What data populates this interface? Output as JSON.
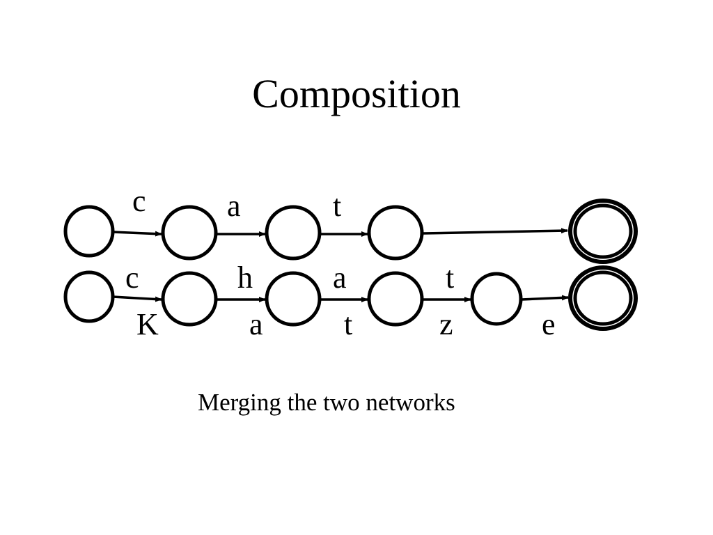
{
  "title": "Composition",
  "caption": "Merging the two networks",
  "top_network": {
    "labels": [
      "c",
      "a",
      "t"
    ]
  },
  "bottom_network": {
    "upper_labels": [
      "c",
      "h",
      "a",
      "t"
    ],
    "lower_labels": [
      "K",
      "a",
      "t",
      "z",
      "e"
    ]
  },
  "colors": {
    "ink": "#000000",
    "background": "#ffffff"
  }
}
